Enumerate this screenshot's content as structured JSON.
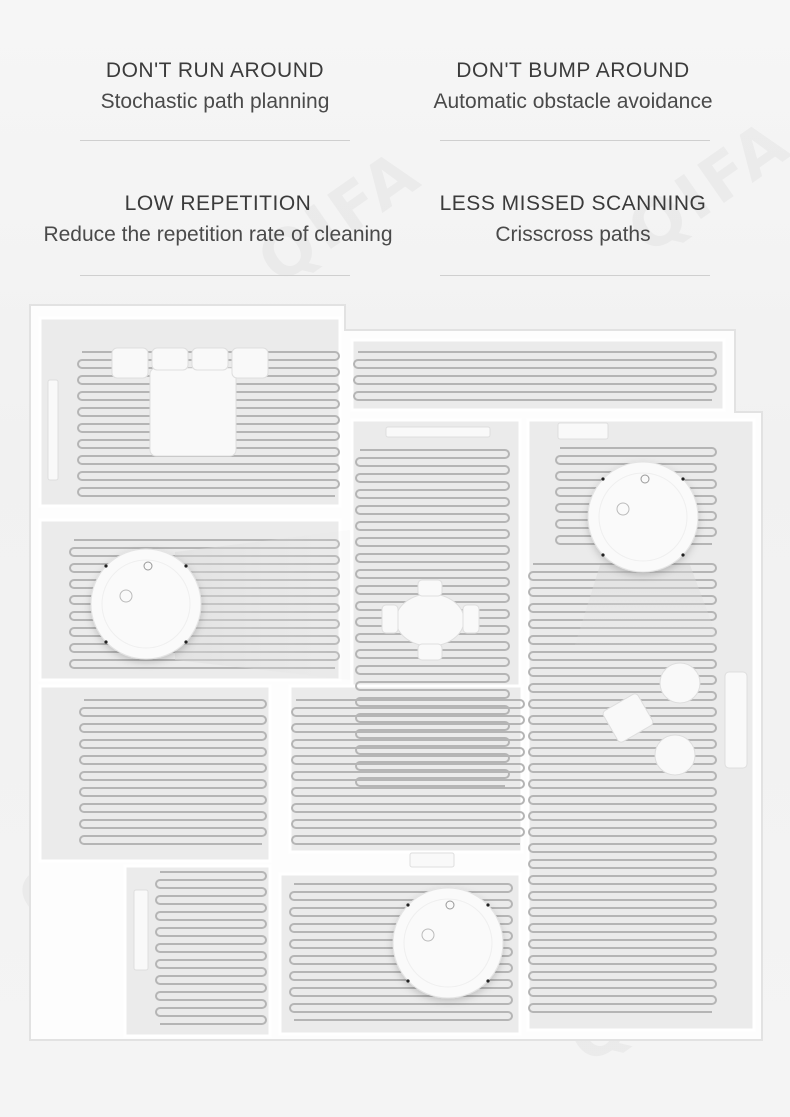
{
  "features": [
    {
      "title": "DON'T RUN AROUND",
      "subtitle": "Stochastic path planning"
    },
    {
      "title": "DON'T BUMP AROUND",
      "subtitle": "Automatic obstacle avoidance"
    },
    {
      "title": "LOW REPETITION",
      "subtitle": "Reduce the repetition rate of cleaning"
    },
    {
      "title": "LESS MISSED SCANNING",
      "subtitle": "Crisscross paths"
    }
  ],
  "watermark": "QIFA",
  "colors": {
    "wall": "#ffffff",
    "floor": "#ebebeb",
    "path": "#b5b5b5",
    "robot": "#fafafa",
    "accent": "#3b3b3b"
  }
}
